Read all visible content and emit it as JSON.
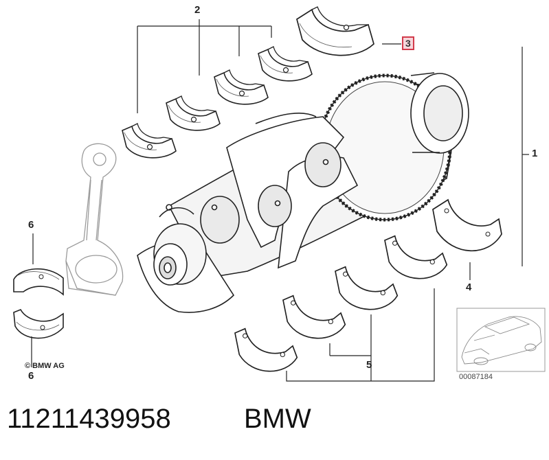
{
  "diagram": {
    "callouts": {
      "c1": "1",
      "c2": "2",
      "c3": "3",
      "c4": "4",
      "c5": "5",
      "c6_top": "6",
      "c6_bottom": "6"
    },
    "copyright": "© BMW AG",
    "image_number": "00087184",
    "highlight_color": "#d23a4a"
  },
  "footer": {
    "part_number": "11211439958",
    "brand": "BMW"
  }
}
